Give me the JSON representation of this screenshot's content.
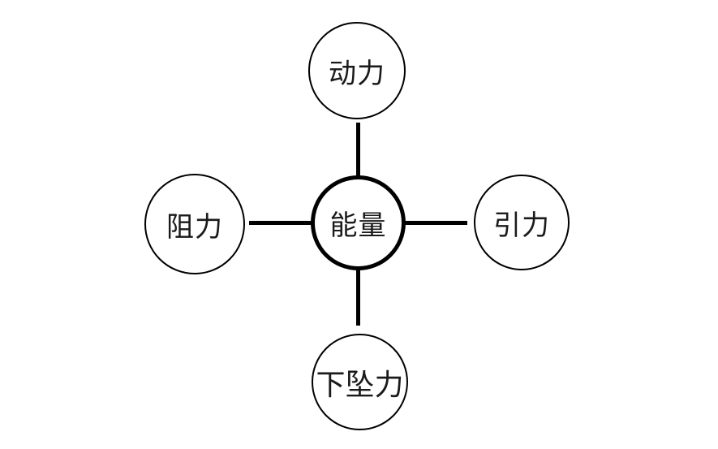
{
  "diagram": {
    "type": "mind-map",
    "center_node": {
      "label": "能量"
    },
    "nodes": {
      "top": {
        "label": "动力",
        "position": "above center"
      },
      "right": {
        "label": "引力",
        "position": "right of center"
      },
      "bottom": {
        "label": "下坠力",
        "position": "below center"
      },
      "left": {
        "label": "阻力",
        "position": "left of center"
      }
    },
    "edges": [
      {
        "from": "能量",
        "to": "动力"
      },
      {
        "from": "能量",
        "to": "引力"
      },
      {
        "from": "能量",
        "to": "下坠力"
      },
      {
        "from": "能量",
        "to": "阻力"
      }
    ],
    "colors": {
      "stroke": "#000000",
      "text": "#1a1a1a",
      "canvas_background": "#ffffff"
    }
  }
}
